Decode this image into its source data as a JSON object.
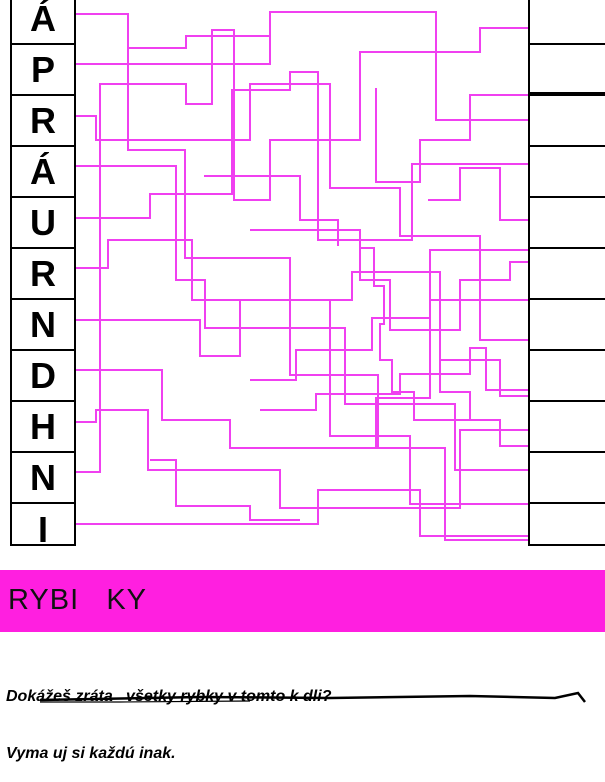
{
  "maze": {
    "left_letters": [
      "Á",
      "P",
      "R",
      "Á",
      "U",
      "R",
      "N",
      "D",
      "H",
      "N",
      "I"
    ],
    "answer_slots": 11,
    "line_color": "#f040f0"
  },
  "banner": {
    "title": "RYBI   KY",
    "color": "#ff1fe0"
  },
  "task": {
    "line1": "Dokážeš zráta   všetky rybky v tomto k dli?",
    "line2": "Vyma uj si každú inak."
  }
}
